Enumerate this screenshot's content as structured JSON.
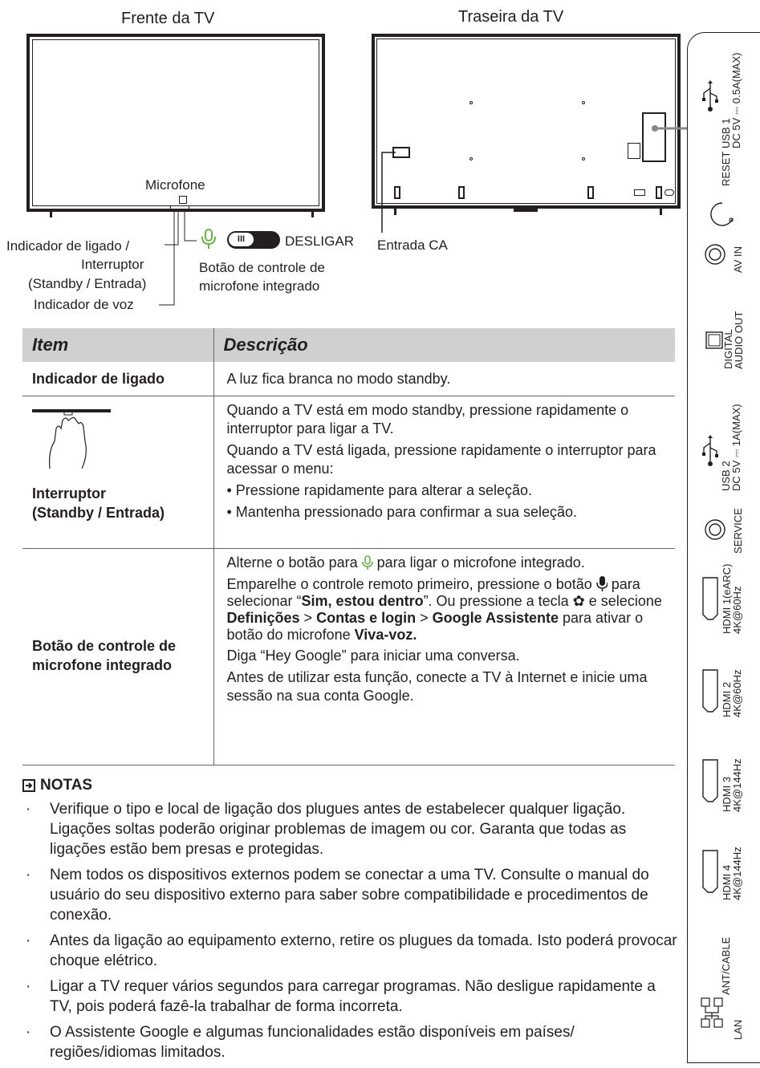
{
  "front": {
    "title": "Frente da TV",
    "microphone_label": "Microfone",
    "power_indicator_label": "Indicador de ligado /",
    "switch_label_1": "Interruptor",
    "switch_label_2": "(Standby / Entrada)",
    "voice_indicator_label": "Indicador de voz",
    "toggle_off_label": "DESLIGAR",
    "toggle_glyph": "III",
    "mic_button_label_1": "Botão de controle de",
    "mic_button_label_2": "microfone integrado"
  },
  "back": {
    "title": "Traseira da TV",
    "ac_input_label": "Entrada CA"
  },
  "table": {
    "headers": [
      "Item",
      "Descrição"
    ],
    "rows": [
      {
        "item": "Indicador de ligado",
        "desc": [
          "A luz fica branca no modo standby."
        ]
      },
      {
        "item_line1": "Interruptor",
        "item_line2": "(Standby / Entrada)",
        "desc": [
          "Quando a TV está em modo standby, pressione rapidamente o interruptor para ligar a TV.",
          "Quando a TV está ligada, pressione rapidamente o interruptor para acessar o menu:",
          "• Pressione rapidamente para alterar a seleção.",
          "• Mantenha pressionado para confirmar a sua seleção."
        ]
      },
      {
        "item_line1": "Botão de controle de",
        "item_line2": "microfone integrado",
        "p1_a": "Alterne o botão para",
        "p1_b": "para ligar o microfone integrado.",
        "p2_a": "Emparelhe o controle remoto primeiro, pressione o botão",
        "p2_b": "para selecionar “",
        "p2_bold1": "Sim, estou dentro",
        "p2_c": "”. Ou pressione a tecla",
        "p2_d": "e selecione",
        "p2_bold2": "Definições",
        "p2_e": ">",
        "p2_bold3": "Contas e login",
        "p2_f": ">",
        "p2_bold4": "Google Assistente",
        "p2_g": "para ativar o botão do microfone",
        "p2_bold5": "Viva-voz.",
        "p3": "Diga “Hey Google” para iniciar uma conversa.",
        "p4": "Antes de utilizar esta função, conecte a TV à Internet e inicie uma sessão na sua conta Google."
      }
    ]
  },
  "notes": {
    "title": "NOTAS",
    "bullet": "·",
    "items": [
      "Verifique o tipo e local de ligação dos plugues antes de estabelecer qualquer ligação. Ligações soltas poderão originar problemas de imagem ou cor. Garanta que todas as ligações estão bem presas e protegidas.",
      "Nem todos os dispositivos externos podem se conectar a uma TV. Consulte o manual do usuário do seu dispositivo externo para saber sobre compatibilidade e procedimentos de conexão.",
      "Antes da ligação ao equipamento externo, retire os plugues da tomada. Isto poderá provocar choque elétrico.",
      "Ligar a TV requer vários segundos para carregar programas. Não desligue rapidamente a TV, pois poderá fazê-la trabalhar de forma incorreta.",
      "O Assistente Google e algumas funcionalidades estão disponíveis em países/ regiões/idiomas limitados."
    ]
  },
  "ports": {
    "usb1": "USB 1\nDC 5V ⎓ 0.5A(MAX)",
    "reset": "RESET",
    "av_in": "AV IN",
    "digital_audio_out": "DIGITAL\nAUDIO OUT",
    "usb2": "USB 2\nDC 5V ⎓ 1A(MAX)",
    "service": "SERVICE",
    "hdmi1": "HDMI 1(eARC)\n4K@60Hz",
    "hdmi2": "HDMI 2\n4K@60Hz",
    "hdmi3": "HDMI 3\n4K@144Hz",
    "hdmi4": "HDMI 4\n4K@144Hz",
    "ant_cable": "ANT/CABLE",
    "lan": "LAN"
  },
  "colors": {
    "text": "#231f20",
    "mic_icon": "#6ab04c",
    "table_header_bg": "#d0d0d0"
  }
}
